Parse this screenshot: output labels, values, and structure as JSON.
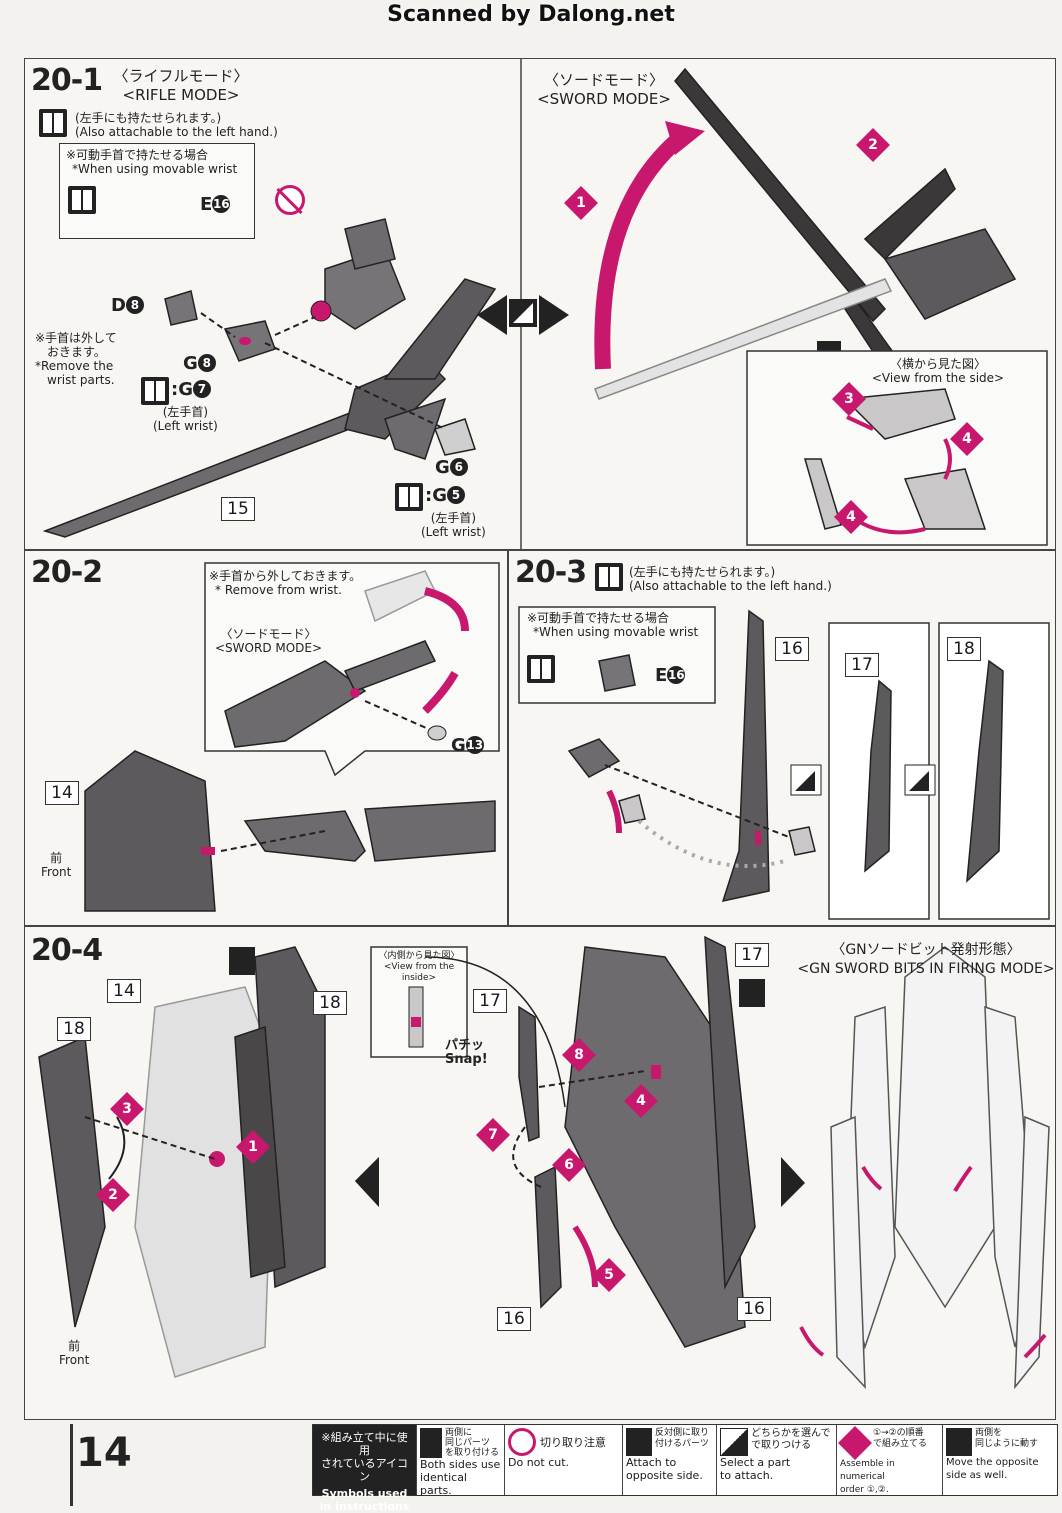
{
  "header": {
    "scan_credit": "Scanned by Dalong.net"
  },
  "step_20_1": {
    "step": "20-1",
    "rifle_mode": {
      "jp": "〈ライフルモード〉",
      "en": "<RIFLE MODE>"
    },
    "sword_mode": {
      "jp": "〈ソードモード〉",
      "en": "<SWORD MODE>"
    },
    "left_hand_note": {
      "jp": "(左手にも持たせられます。)",
      "en": "(Also attachable to the left hand.)"
    },
    "movable_wrist": {
      "jp": "※可動手首で持たせる場合",
      "en": "*When using movable wrist"
    },
    "remove_wrist": {
      "jp1": "※手首は外して",
      "jp2": "おきます。",
      "en1": "*Remove the",
      "en2": "wrist parts."
    },
    "left_wrist_jp": "(左手首)",
    "left_wrist_en": "(Left wrist)",
    "view_side": {
      "jp": "〈横から見た図〉",
      "en": "<View from the side>"
    },
    "parts": {
      "E": "E",
      "E_num": "16",
      "D": "D",
      "D_num": "8",
      "G8": "G",
      "G8_num": "8",
      "G7": ":G",
      "G7_num": "7",
      "G6": "G",
      "G6_num": "6",
      "G5": ":G",
      "G5_num": "5",
      "part15": "15"
    },
    "order": [
      "1",
      "2",
      "3",
      "4",
      "4"
    ]
  },
  "step_20_2": {
    "step": "20-2",
    "remove_wrist": {
      "jp": "※手首から外しておきます。",
      "en": "* Remove from wrist."
    },
    "sword_mode": {
      "jp": "〈ソードモード〉",
      "en": "<SWORD MODE>"
    },
    "part_g": "G",
    "part_g_num": "13",
    "part14": "14",
    "front": {
      "jp": "前",
      "en": "Front"
    }
  },
  "step_20_3": {
    "step": "20-3",
    "left_hand_note": {
      "jp": "(左手にも持たせられます。)",
      "en": "(Also attachable to the left hand.)"
    },
    "movable_wrist": {
      "jp": "※可動手首で持たせる場合",
      "en": "*When using movable wrist"
    },
    "part_e": "E",
    "part_e_num": "16",
    "parts": [
      "16",
      "17",
      "18"
    ]
  },
  "step_20_4": {
    "step": "20-4",
    "parts": {
      "p14": "14",
      "p18a": "18",
      "p18b": "18",
      "p17a": "17",
      "p17b": "17",
      "p16a": "16",
      "p16b": "16"
    },
    "view_inside": {
      "jp": "〈内側から見た図〉",
      "en": "<View from the inside>"
    },
    "snap": {
      "jp": "パチッ",
      "en": "Snap!"
    },
    "front": {
      "jp": "前",
      "en": "Front"
    },
    "firing_mode": {
      "jp": "〈GNソードビット発射形態〉",
      "en": "<GN SWORD BITS IN FIRING MODE>"
    },
    "order": [
      "1",
      "2",
      "3",
      "4",
      "5",
      "6",
      "7",
      "8"
    ]
  },
  "footer": {
    "page_number": "14",
    "legend_head": {
      "jp1": "※組み立て中に使用",
      "jp2": "されているアイコン",
      "en1": "Symbols used",
      "en2": "in instructions"
    },
    "legend": [
      {
        "jp1": "両側に",
        "jp2": "同じパーツ",
        "jp3": "を取り付ける",
        "en1": "Both sides use",
        "en2": "identical parts."
      },
      {
        "jp1": "切り取り注意",
        "jp2": "",
        "jp3": "",
        "en1": "Do not cut.",
        "en2": ""
      },
      {
        "jp1": "反対側に取り",
        "jp2": "付けるパーツ",
        "jp3": "",
        "en1": "Attach to",
        "en2": "opposite side."
      },
      {
        "jp1": "どちらかを選んで",
        "jp2": "で取りつける",
        "jp3": "",
        "en1": "Select a part",
        "en2": "to attach."
      },
      {
        "jp1": "①→②の順番",
        "jp2": "で組み立てる",
        "jp3": "",
        "en1": "Assemble in numerical",
        "en2": "order ①,②."
      },
      {
        "jp1": "両側を",
        "jp2": "同じように動す",
        "jp3": "",
        "en1": "Move the opposite",
        "en2": "side as well."
      }
    ]
  },
  "colors": {
    "accent": "#c8186e",
    "part_gray": "#6e6b6e",
    "dark_gray": "#3a3839",
    "light_gray": "#c9c7c8"
  }
}
